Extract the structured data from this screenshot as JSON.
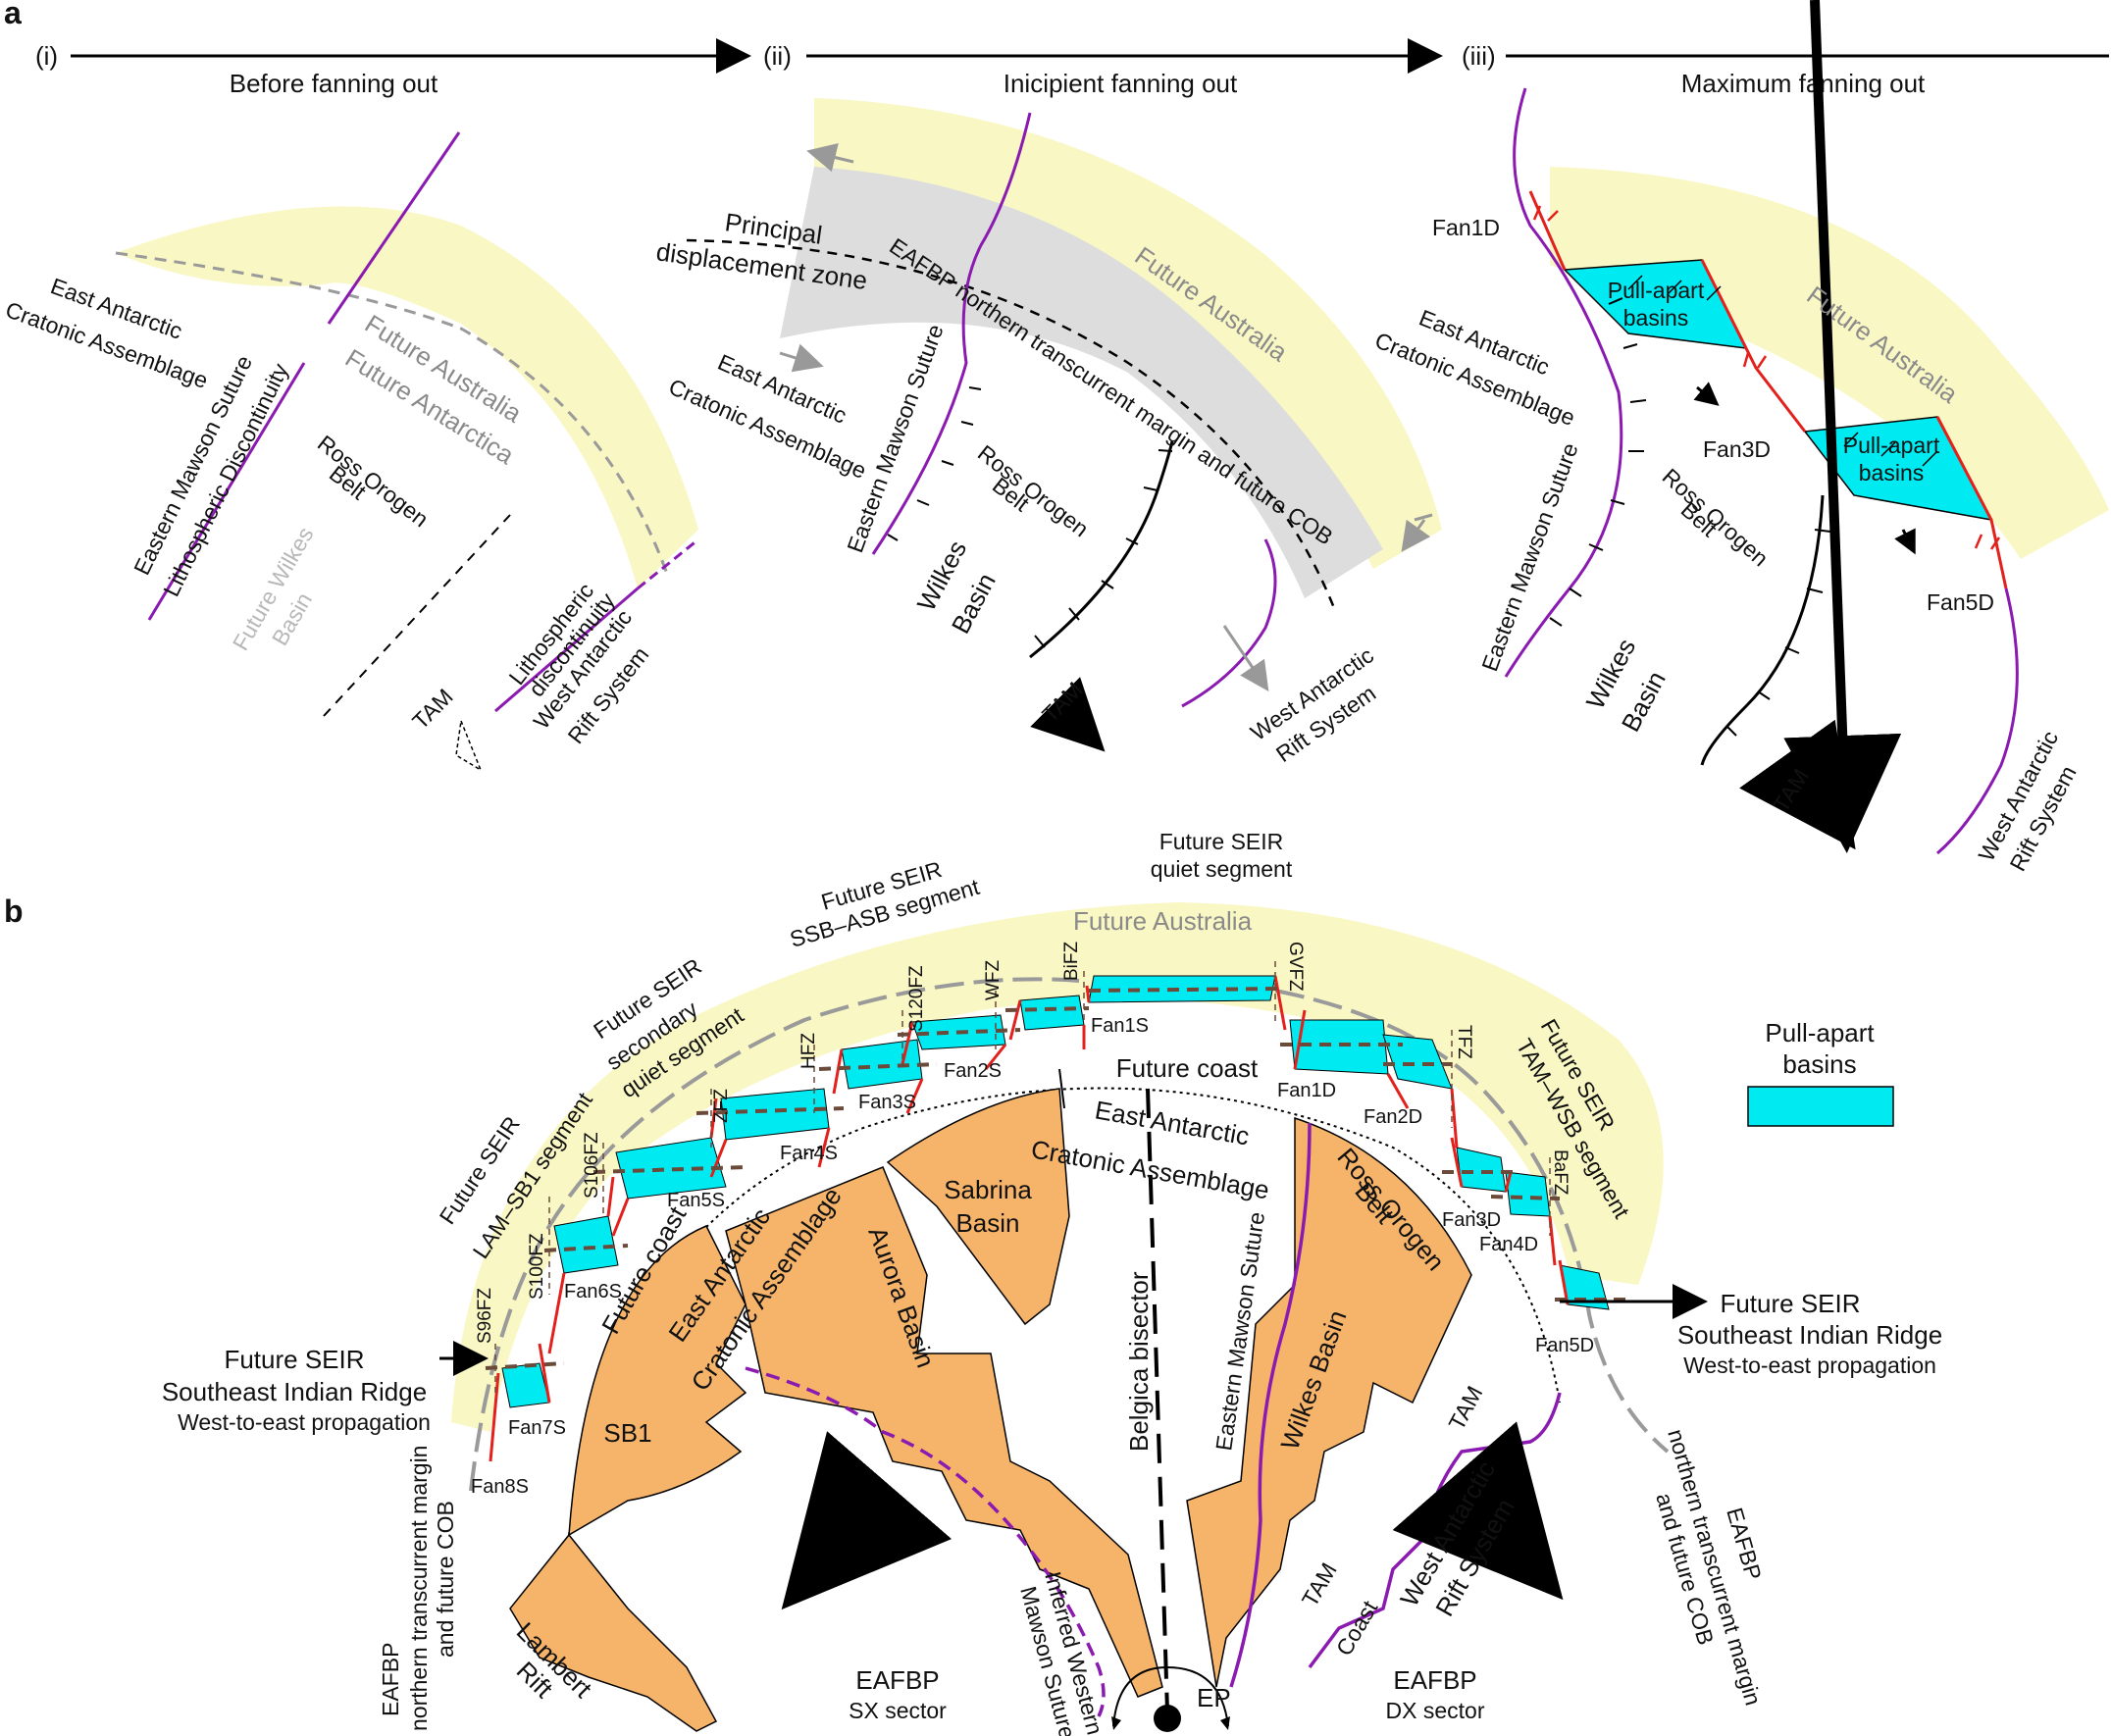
{
  "colors": {
    "future_australia_band": "#f9f7c4",
    "pull_apart_basins": "#00eaf2",
    "basins_orange": "#f6b46a",
    "suture_purple": "#8a1ab0",
    "fault_red": "#e3211c",
    "pdz_gray": "#dddddd",
    "coast_gray": "#9a9a9a"
  },
  "panel_a": {
    "label": "a",
    "stage_i": {
      "roman": "(i)",
      "title": "Before fanning out"
    },
    "stage_ii": {
      "roman": "(ii)",
      "title": "Inicipient fanning out"
    },
    "stage_iii": {
      "roman": "(iii)",
      "title": "Maximum fanning out"
    },
    "i": {
      "future_australia": "Future Australia",
      "future_antarctica": "Future Antarctica",
      "east_antarctic_1": "East Antarctic",
      "east_antarctic_2": "Cratonic Assemblage",
      "eastern_mawson": "Eastern Mawson Suture",
      "lithospheric_disc": "Lithospheric Discontinuity",
      "ross_1": "Ross Orogen",
      "ross_2": "Belt",
      "wilkes_1": "Future Wilkes",
      "wilkes_2": "Basin",
      "tam": "TAM",
      "litho_small_1": "Lithospheric",
      "litho_small_2": "discontinuity",
      "wars_1": "West Antarctic",
      "wars_2": "Rift System"
    },
    "ii": {
      "pdz_1": "Principal",
      "pdz_2": "displacement zone",
      "eafbp": "EAFBP northern transcurrent margin and future COB",
      "future_australia": "Future Australia",
      "east_antarctic_1": "East Antarctic",
      "east_antarctic_2": "Cratonic Assemblage",
      "eastern_mawson": "Eastern Mawson Suture",
      "ross_1": "Ross Orogen",
      "ross_2": "Belt",
      "wilkes_1": "Wilkes",
      "wilkes_2": "Basin",
      "tam": "TAM",
      "wars_1": "West Antarctic",
      "wars_2": "Rift System"
    },
    "iii": {
      "fan1d": "Fan1D",
      "fan3d": "Fan3D",
      "fan5d": "Fan5D",
      "pull_apart_1": "Pull-apart",
      "pull_apart_2": "basins",
      "future_australia": "Future Australia",
      "east_antarctic_1": "East Antarctic",
      "east_antarctic_2": "Cratonic Assemblage",
      "ross_1": "Ross Orogen",
      "ross_2": "Belt",
      "eastern_mawson": "Eastern Mawson Suture",
      "wilkes_1": "Wilkes",
      "wilkes_2": "Basin",
      "tam": "TAM",
      "wars_1": "West Antarctic",
      "wars_2": "Rift System"
    }
  },
  "panel_b": {
    "label": "b",
    "future_australia": "Future Australia",
    "seir_quiet_1": "Future SEIR",
    "seir_quiet_2": "quiet segment",
    "seir_ssb_1": "Future SEIR",
    "seir_ssb_2": "SSB–ASB segment",
    "seir_secondary_1": "Future SEIR",
    "seir_secondary_2": "secondary",
    "seir_secondary_3": "quiet segment",
    "seir_lam_1": "Future SEIR",
    "seir_lam_2": "LAM–SB1 segment",
    "seir_tam_1": "Future SEIR",
    "seir_tam_2": "TAM–WSB segment",
    "fracture_zones": [
      "S96FZ",
      "S100FZ",
      "S106FZ",
      "ZFZ",
      "HFZ",
      "S120FZ",
      "WFZ",
      "BiFZ",
      "GVFZ",
      "TFZ",
      "BaFZ"
    ],
    "fans_sx": [
      "Fan8S",
      "Fan7S",
      "Fan6S",
      "Fan5S",
      "Fan4S",
      "Fan3S",
      "Fan2S",
      "Fan1S"
    ],
    "fans_dx": [
      "Fan1D",
      "Fan2D",
      "Fan3D",
      "Fan4D",
      "Fan5D"
    ],
    "future_coast": "Future coast",
    "ea_craton_1": "East Antarctic",
    "ea_craton_2": "Cratonic Assemblage",
    "sabrina_1": "Sabrina",
    "sabrina_2": "Basin",
    "aurora": "Aurora Basin",
    "sb1": "SB1",
    "belgica": "Belgica bisector",
    "eastern_mawson": "Eastern Mawson Suture",
    "wilkes": "Wilkes Basin",
    "ross_1": "Ross Orogen",
    "ross_2": "Belt",
    "tam": "TAM",
    "wars_1": "West Antarctic",
    "wars_2": "Rift System",
    "coast": "Coast",
    "lambert_1": "Lambert",
    "lambert_2": "Rift",
    "inferred_1": "Inferred Western",
    "inferred_2": "Mawson Suture",
    "ep": "EP",
    "sx_1": "EAFBP",
    "sx_2": "SX sector",
    "dx_1": "EAFBP",
    "dx_2": "DX sector",
    "left_seir_1": "Future SEIR",
    "left_seir_2": "Southeast Indian Ridge",
    "left_seir_3": "West-to-east propagation",
    "right_seir_1": "Future SEIR",
    "right_seir_2": "Southeast Indian Ridge",
    "right_seir_3": "West-to-east propagation",
    "eafbp_left_1": "EAFBP",
    "eafbp_left_2": "northern transcurrent margin",
    "eafbp_left_3": "and future COB",
    "eafbp_right_1": "EAFBP",
    "eafbp_right_2": "northern transcurrent margin",
    "eafbp_right_3": "and future COB",
    "legend_label_1": "Pull-apart",
    "legend_label_2": "basins"
  }
}
